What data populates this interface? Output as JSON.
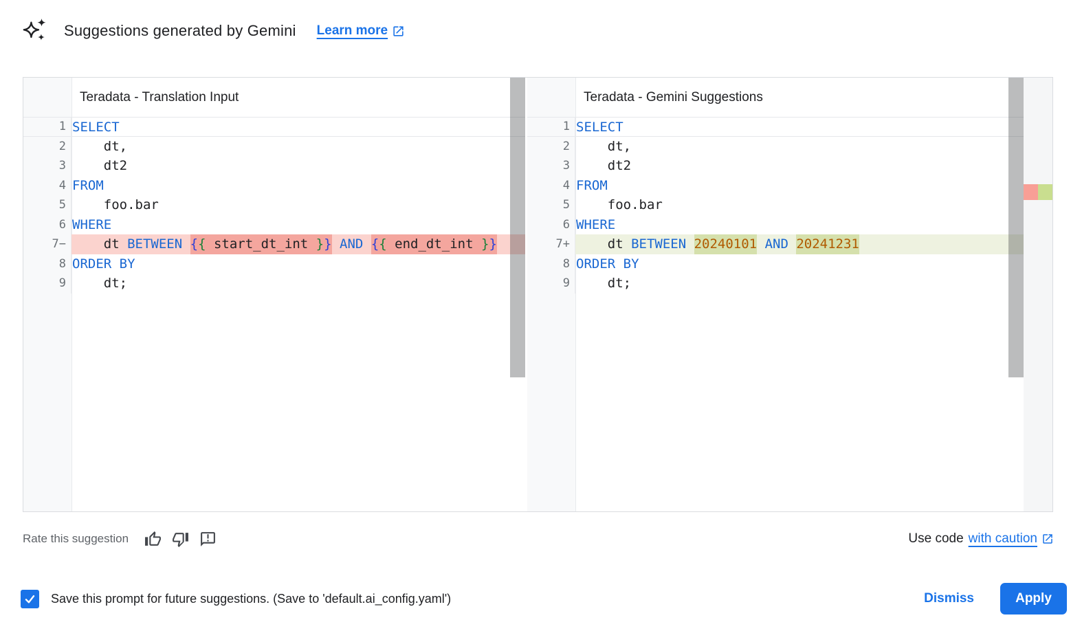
{
  "header": {
    "title": "Suggestions generated by Gemini",
    "learn_more_label": "Learn more"
  },
  "panels": [
    {
      "title": "Teradata - Translation Input",
      "lines": [
        {
          "n": "1",
          "cls": "current",
          "t": [
            {
              "s": "SELECT",
              "c": "kw"
            }
          ]
        },
        {
          "n": "2",
          "t": [
            {
              "s": "    dt,",
              "c": "pl"
            }
          ]
        },
        {
          "n": "3",
          "t": [
            {
              "s": "    dt2",
              "c": "pl"
            }
          ]
        },
        {
          "n": "4",
          "t": [
            {
              "s": "FROM",
              "c": "kw"
            }
          ]
        },
        {
          "n": "5",
          "t": [
            {
              "s": "    foo.bar",
              "c": "pl"
            }
          ]
        },
        {
          "n": "6",
          "t": [
            {
              "s": "WHERE",
              "c": "kw"
            }
          ]
        },
        {
          "n": "7−",
          "cls": "del",
          "t": [
            {
              "s": "    dt ",
              "c": "pl"
            },
            {
              "s": "BETWEEN",
              "c": "kw"
            },
            {
              "s": " ",
              "c": "pl"
            },
            {
              "s": "{",
              "c": "b1",
              "h": true
            },
            {
              "s": "{",
              "c": "b2",
              "h": true
            },
            {
              "s": " start_dt_int ",
              "c": "pl",
              "h": true
            },
            {
              "s": "}",
              "c": "b2",
              "h": true
            },
            {
              "s": "}",
              "c": "b1",
              "h": true
            },
            {
              "s": " ",
              "c": "pl"
            },
            {
              "s": "AND",
              "c": "kw"
            },
            {
              "s": " ",
              "c": "pl"
            },
            {
              "s": "{",
              "c": "b1",
              "h": true
            },
            {
              "s": "{",
              "c": "b2",
              "h": true
            },
            {
              "s": " end_dt_int ",
              "c": "pl",
              "h": true
            },
            {
              "s": "}",
              "c": "b2",
              "h": true
            },
            {
              "s": "}",
              "c": "b1",
              "h": true
            }
          ]
        },
        {
          "n": "8",
          "t": [
            {
              "s": "ORDER BY",
              "c": "kw"
            }
          ]
        },
        {
          "n": "9",
          "t": [
            {
              "s": "    dt;",
              "c": "pl"
            }
          ]
        }
      ]
    },
    {
      "title": "Teradata - Gemini Suggestions",
      "overview_markers": [
        "deletion",
        "addition"
      ],
      "lines": [
        {
          "n": "1",
          "cls": "current",
          "t": [
            {
              "s": "SELECT",
              "c": "kw"
            }
          ]
        },
        {
          "n": "2",
          "t": [
            {
              "s": "    dt,",
              "c": "pl"
            }
          ]
        },
        {
          "n": "3",
          "t": [
            {
              "s": "    dt2",
              "c": "pl"
            }
          ]
        },
        {
          "n": "4",
          "t": [
            {
              "s": "FROM",
              "c": "kw"
            }
          ]
        },
        {
          "n": "5",
          "t": [
            {
              "s": "    foo.bar",
              "c": "pl"
            }
          ]
        },
        {
          "n": "6",
          "t": [
            {
              "s": "WHERE",
              "c": "kw"
            }
          ]
        },
        {
          "n": "7+",
          "cls": "add",
          "t": [
            {
              "s": "    dt ",
              "c": "pl"
            },
            {
              "s": "BETWEEN",
              "c": "kw"
            },
            {
              "s": " ",
              "c": "pl"
            },
            {
              "s": "20240101",
              "c": "num",
              "h": true
            },
            {
              "s": " ",
              "c": "pl"
            },
            {
              "s": "AND",
              "c": "kw"
            },
            {
              "s": " ",
              "c": "pl"
            },
            {
              "s": "20241231",
              "c": "num",
              "h": true
            }
          ]
        },
        {
          "n": "8",
          "t": [
            {
              "s": "ORDER BY",
              "c": "kw"
            }
          ]
        },
        {
          "n": "9",
          "t": [
            {
              "s": "    dt;",
              "c": "pl"
            }
          ]
        }
      ]
    }
  ],
  "footer": {
    "rate_label": "Rate this suggestion",
    "use_code_prefix": "Use code",
    "use_code_link": "with caution"
  },
  "actions": {
    "save_label": "Save this prompt for future suggestions. (Save to 'default.ai_config.yaml')",
    "save_checked": true,
    "dismiss_label": "Dismiss",
    "apply_label": "Apply"
  },
  "colors": {
    "accent_blue": "#1a73e8",
    "keyword_blue": "#1967d2",
    "number_orange": "#b05a00",
    "deleted_line_bg": "#fbd3ce",
    "deleted_token_bg": "#f4a69e",
    "added_line_bg": "#eef2e0",
    "added_token_bg": "#d5e0ac",
    "marker_red": "#f89f96",
    "marker_green": "#c9de8f"
  }
}
